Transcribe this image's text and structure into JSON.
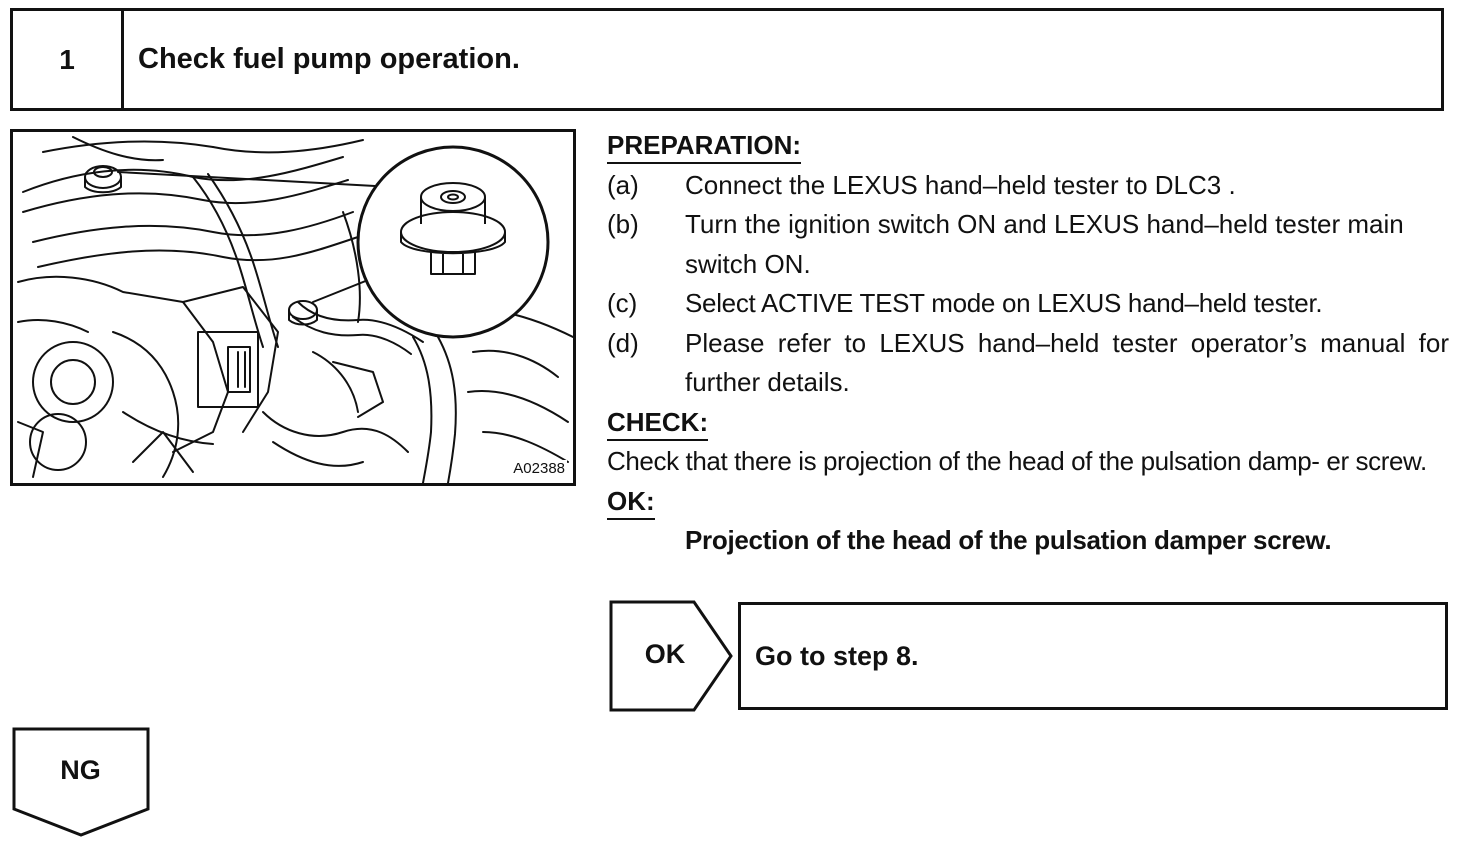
{
  "step": {
    "number": "1",
    "title": "Check fuel pump operation."
  },
  "figure": {
    "code": "A02388"
  },
  "preparation": {
    "heading": "PREPARATION:",
    "items": [
      {
        "letter": "(a)",
        "text": "Connect the LEXUS hand–held tester to DLC3 ."
      },
      {
        "letter": "(b)",
        "text": "Turn the ignition switch ON and LEXUS hand–held tester main switch ON."
      },
      {
        "letter": "(c)",
        "text": "Select ACTIVE TEST mode on LEXUS hand–held tester."
      },
      {
        "letter": "(d)",
        "text": "Please refer to LEXUS hand–held tester operator’s manual for further details."
      }
    ]
  },
  "check": {
    "heading": "CHECK:",
    "text": "Check that there is projection of the head of the pulsation damp- er screw."
  },
  "ok": {
    "heading": "OK:",
    "spec": "Projection of the head of the pulsation damper screw."
  },
  "results": {
    "ok_label": "OK",
    "ok_action": "Go to step 8.",
    "ng_label": "NG"
  }
}
